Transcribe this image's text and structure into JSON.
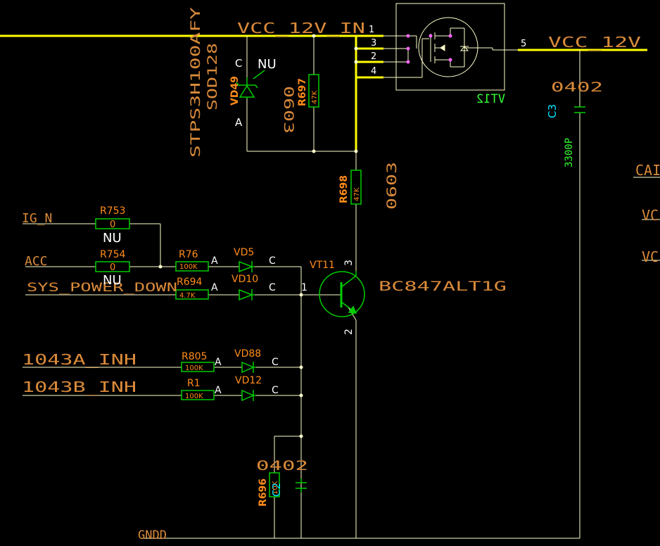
{
  "nets": {
    "vcc_in": "VCC_12V_IN",
    "vcc_out": "VCC_12V",
    "ig_n": "IG_N",
    "acc": "ACC",
    "sys_power_down": "SYS_POWER_DOWN",
    "inh_a": "1043A_INH",
    "inh_b": "1043B_INH",
    "gnd": "GNDD",
    "edge_1": "CAI",
    "edge_2": "VC",
    "edge_3": "VC"
  },
  "vd49": {
    "ref": "VD49",
    "part": "STPS3H100AFY",
    "package": "SOD128",
    "pin_c": "C",
    "pin_a": "A",
    "nu": "NU"
  },
  "r697": {
    "ref": "R697",
    "value": "47K",
    "package": "0603"
  },
  "r698": {
    "ref": "R698",
    "value": "47K",
    "package": "0603"
  },
  "vt12": {
    "ref": "VT12",
    "pin1": "1",
    "pin2": "2",
    "pin3": "3",
    "pin4": "4",
    "pin5": "5"
  },
  "c3": {
    "ref": "C3",
    "value": "3300P",
    "package": "0402"
  },
  "vt11": {
    "ref": "VT11",
    "part": "BC847ALT1G",
    "pin1": "1",
    "pin2": "2",
    "pin3": "3"
  },
  "r753": {
    "ref": "R753",
    "value": "0",
    "nu": "NU"
  },
  "r754": {
    "ref": "R754",
    "value": "0",
    "nu": "NU"
  },
  "r76": {
    "ref": "R76",
    "value": "100K"
  },
  "r694": {
    "ref": "R694",
    "value": "4.7K"
  },
  "r805": {
    "ref": "R805",
    "value": "100K"
  },
  "r1": {
    "ref": "R1",
    "value": "100K"
  },
  "vd5": {
    "ref": "VD5",
    "pin_a": "A",
    "pin_c": "C"
  },
  "vd10": {
    "ref": "VD10",
    "pin_a": "A",
    "pin_c": "C"
  },
  "vd88": {
    "ref": "VD88",
    "pin_a": "A",
    "pin_c": "C"
  },
  "vd12": {
    "ref": "VD12",
    "pin_a": "A",
    "pin_c": "C"
  },
  "r696": {
    "ref": "R696",
    "value": "10K"
  },
  "c2": {
    "ref": "C2",
    "package": "0402"
  },
  "colors": {
    "background": "#000000",
    "power_net": "#ffff00",
    "signal_net": "#ffffcc",
    "component": "#00cc00",
    "ref_label": "#ff8c1a",
    "net_label": "#d98a3a",
    "pin_number": "#ffffff",
    "cap_ref": "#00e5ff",
    "vt12_ref": "#33ff33"
  }
}
